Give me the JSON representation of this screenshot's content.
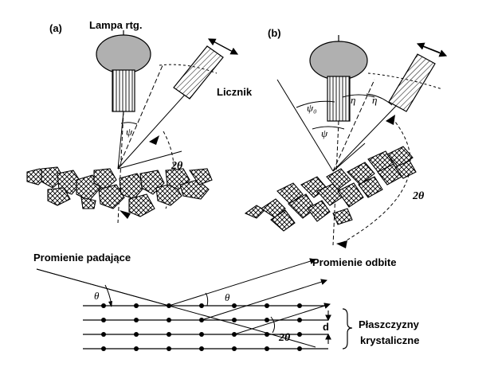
{
  "panels": {
    "a": {
      "letter": "(a)",
      "tube_label": "Lampa rtg.",
      "counter_label": "Licznik",
      "psi": "ψ",
      "two_theta": "2θ"
    },
    "b": {
      "letter": "(b)",
      "psi": "ψ",
      "psi0": "ψ₀",
      "eta_left": "η",
      "eta_right": "η",
      "two_theta": "2θ"
    }
  },
  "bragg": {
    "incident_label": "Promienie padające",
    "reflected_label": "Promienie odbite",
    "theta_left": "θ",
    "theta_right": "θ",
    "two_theta": "2θ",
    "spacing_label": "d",
    "planes_label_line1": "Płaszczyzny",
    "planes_label_line2": "krystaliczne"
  }
}
